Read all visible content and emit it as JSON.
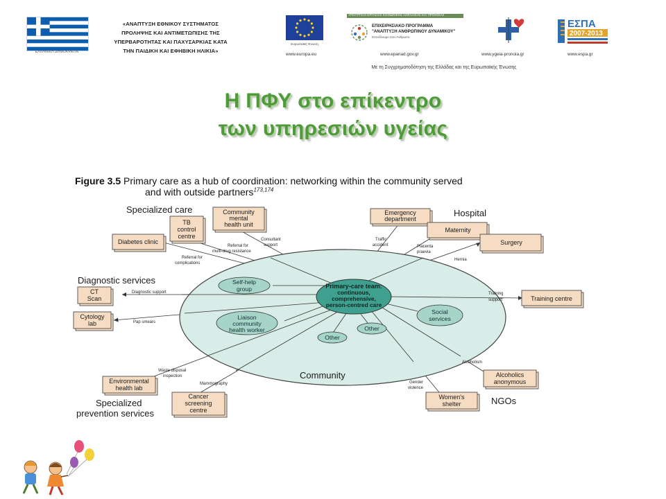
{
  "header": {
    "flag_caption": "ΕΛΛΗΝΙΚΗ ΔΗΜΟΚΡΑΤΙΑ",
    "program_lines": [
      "«ΑΝΑΠΤΥΞΗ ΕΘΝΙΚΟΥ ΣΥΣΤΗΜΑΤΟΣ",
      "ΠΡΟΛΗΨΗΣ ΚΑΙ ΑΝΤΙΜΕΤΩΠΙΣΗΣ ΤΗΣ",
      "ΥΠΕΡΒΑΡΟΤΗΤΑΣ ΚΑΙ ΠΑΧΥΣΑΡΚΙΑΣ ΚΑΤΑ",
      "ΤΗΝ ΠΑΙΔΙΚΗ ΚΑΙ ΕΦΗΒΙΚΗ ΗΛΙΚΙΑ»"
    ],
    "eu_caption": "Ευρωπαϊκή Ένωση",
    "eu_url": "www.europa.eu",
    "opdev_bar": "ΥΠΟΥΡΓΕΙΟ ΕΡΓΑΣΙΑΣ ΚΟΙΝΩΝΙΚΗΣ ΑΣΦΑΛΙΣΗΣ ΚΑΙ ΠΡΟΝΟΙΑΣ",
    "opdev_line1": "ΕΠΙΧΕΙΡΗΣΙΑΚΟ ΠΡΟΓΡΑΜΜΑ",
    "opdev_line2": "\"ΑΝΑΠΤΥΞΗ ΑΝΘΡΩΠΙΝΟΥ ΔΥΝΑΜΙΚΟΥ\"",
    "opdev_sub": "Επενδύουμε στον Άνθρωπο",
    "opdev_url": "www.epanad.gov.gr",
    "ministry_url": "www.ygeia-pronoia.gr",
    "espa_title": "ΕΣΠΑ",
    "espa_years": "2007-2013",
    "espa_url": "www.espa.gr",
    "cofund_text": "Με τη Συγχρηματοδότηση της Ελλάδας και της Ευρωπαϊκής Ένωσης"
  },
  "title": {
    "line1": "Η ΠΦΥ στο επίκεντρο",
    "line2": "των υπηρεσιών υγείας"
  },
  "figure": {
    "number": "Figure 3.5",
    "caption_line1": "Primary care as a hub of coordination: networking within the community served",
    "caption_line2": "and with outside partners",
    "refs": "173,174"
  },
  "diagram": {
    "colors": {
      "box_fill": "#f6dcc3",
      "box_stroke": "#4a4a4a",
      "ellipse_fill": "#d8ede7",
      "ellipse_stroke": "#444444",
      "hub_fill": "#3fa08f",
      "node_fill": "#a6d4c7",
      "line": "#333333"
    },
    "groups": {
      "specialized_care": "Specialized care",
      "hospital": "Hospital",
      "diagnostic": "Diagnostic services",
      "specialized_prevention_1": "Specialized",
      "specialized_prevention_2": "prevention services",
      "ngos": "NGOs",
      "community": "Community"
    },
    "hub": [
      "Primary-care team:",
      "continuous,",
      "comprehensive,",
      "person-centred care"
    ],
    "inner_nodes": {
      "self_help": [
        "Self-help",
        "group"
      ],
      "liaison": [
        "Liaison",
        "community",
        "health worker"
      ],
      "social": [
        "Social",
        "services"
      ],
      "other_a": "Other",
      "other_b": "Other"
    },
    "boxes": {
      "tb": [
        "TB",
        "control",
        "centre"
      ],
      "mental": [
        "Community",
        "mental",
        "health unit"
      ],
      "diabetes": "Diabetes clinic",
      "emergency": [
        "Emergency",
        "department"
      ],
      "maternity": "Maternity",
      "surgery": "Surgery",
      "ct": [
        "CT",
        "Scan"
      ],
      "cytology": [
        "Cytology",
        "lab"
      ],
      "training": "Training centre",
      "environmental": [
        "Environmental",
        "health lab"
      ],
      "cancer": [
        "Cancer",
        "screening",
        "centre"
      ],
      "alcoholics": [
        "Alcoholics",
        "anonymous"
      ],
      "womens": [
        "Women's",
        "shelter"
      ]
    },
    "edges": {
      "consultant": [
        "Consultant",
        "support"
      ],
      "mdr": [
        "Referral for",
        "multi-drug resistance"
      ],
      "complications": [
        "Referral for",
        "complications"
      ],
      "traffic": [
        "Traffic",
        "accident"
      ],
      "placenta": [
        "Placenta",
        "praevia"
      ],
      "hernia": "Hernia",
      "diagnostic_support": "Diagnostic support",
      "pap": "Pap smears",
      "training_support": [
        "Training",
        "support"
      ],
      "waste": [
        "Waste disposal",
        "inspection"
      ],
      "mammography": "Mammography",
      "alcoholism": "Alcoholism",
      "gender": [
        "Gender",
        "violence"
      ]
    }
  }
}
